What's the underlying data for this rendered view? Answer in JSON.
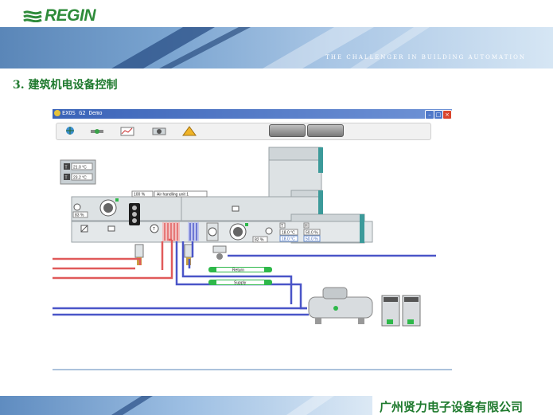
{
  "brand": {
    "name": "REGIN",
    "tagline": "THE CHALLENGER IN BUILDING AUTOMATION"
  },
  "slide": {
    "heading": "3. 建筑机电设备控制",
    "company": "广州贤力电子设备有限公司"
  },
  "app": {
    "title": "EXOS G2 Demo",
    "window_buttons": [
      "minimize",
      "maximize",
      "close"
    ],
    "toolbar_icons": [
      "globe-icon",
      "valve-icon",
      "chart-icon",
      "fan-icon",
      "alarm-icon"
    ],
    "buttons": {
      "left": "",
      "right": ""
    }
  },
  "scada": {
    "outdoor": {
      "temp1": "21.0 °C",
      "temp2": "23.2 °C",
      "badge": "T"
    },
    "unit_name": "Air handling unit 1",
    "damper_percent": "100 %",
    "fan_left_percent": "83 %",
    "fan_supply_percent": "82 %",
    "supply_badge_t": "T",
    "supply_badge_h": "H",
    "supply_temp_actual": "18.0 °C",
    "supply_temp_setpoint": "18.0 °C",
    "supply_hum_actual": "50.0 %",
    "supply_hum_setpoint": "50.0 %",
    "pipes": {
      "return_label": "Return",
      "supply_label": "Supply"
    },
    "colors": {
      "hot": "#e05a5a",
      "cold": "#4a55c8",
      "duct": "#cfd5d8",
      "pump": "#2eb84a"
    }
  }
}
